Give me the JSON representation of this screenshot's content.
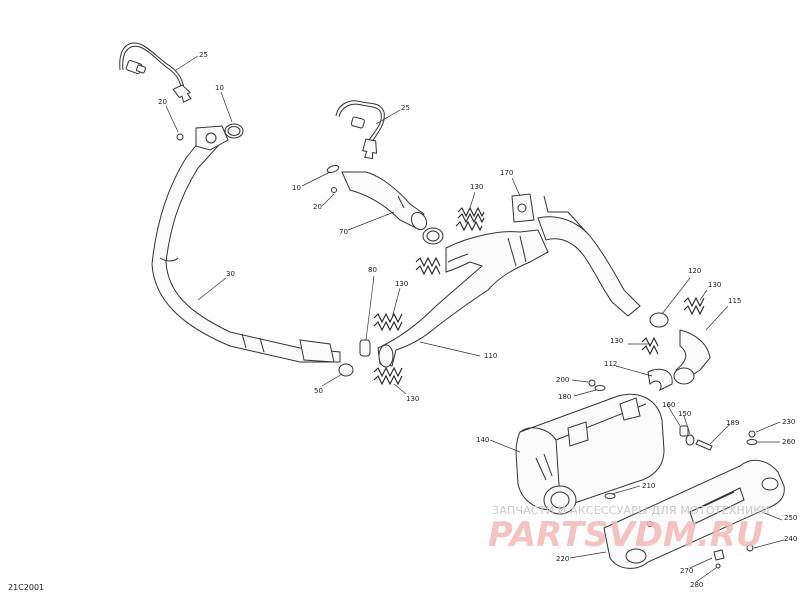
{
  "diagram_code": "21C2001",
  "watermark": {
    "line1": "ЗАПЧАСТИ И АКСЕССУАРЫ ДЛЯ МОТОТЕХНИКИ",
    "line2": "PARTSVDM.RU"
  },
  "callouts": [
    {
      "id": "c25a",
      "label": "25"
    },
    {
      "id": "c10a",
      "label": "10"
    },
    {
      "id": "c20a",
      "label": "20"
    },
    {
      "id": "c25b",
      "label": "25"
    },
    {
      "id": "c10b",
      "label": "10"
    },
    {
      "id": "c20b",
      "label": "20"
    },
    {
      "id": "c70",
      "label": "70"
    },
    {
      "id": "c130a",
      "label": "130"
    },
    {
      "id": "c170",
      "label": "170"
    },
    {
      "id": "c30",
      "label": "30"
    },
    {
      "id": "c80",
      "label": "80"
    },
    {
      "id": "c130b",
      "label": "130"
    },
    {
      "id": "c120",
      "label": "120"
    },
    {
      "id": "c130c",
      "label": "130"
    },
    {
      "id": "c115",
      "label": "115"
    },
    {
      "id": "c110",
      "label": "110"
    },
    {
      "id": "c130d",
      "label": "130"
    },
    {
      "id": "c112",
      "label": "112"
    },
    {
      "id": "c50",
      "label": "50"
    },
    {
      "id": "c130e",
      "label": "130"
    },
    {
      "id": "c200",
      "label": "200"
    },
    {
      "id": "c180",
      "label": "180"
    },
    {
      "id": "c160",
      "label": "160"
    },
    {
      "id": "c150",
      "label": "150"
    },
    {
      "id": "c189",
      "label": "189"
    },
    {
      "id": "c230",
      "label": "230"
    },
    {
      "id": "c260",
      "label": "260"
    },
    {
      "id": "c140",
      "label": "140"
    },
    {
      "id": "c210",
      "label": "210"
    },
    {
      "id": "c250",
      "label": "250"
    },
    {
      "id": "c240",
      "label": "240"
    },
    {
      "id": "c220",
      "label": "220"
    },
    {
      "id": "c270",
      "label": "270"
    },
    {
      "id": "c280",
      "label": "280"
    }
  ]
}
